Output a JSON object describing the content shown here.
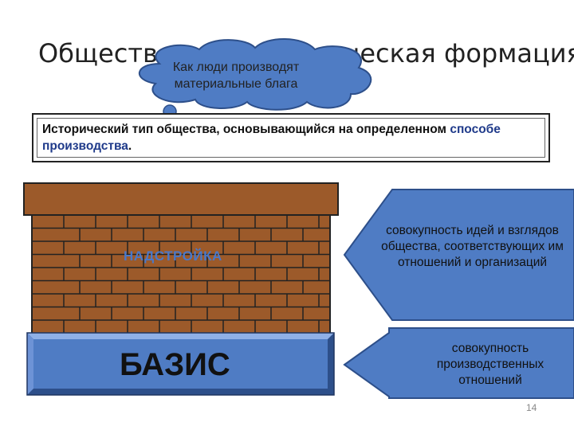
{
  "slide": {
    "title": "Общественно-экономическая формация",
    "cloud_text_line1": "Как люди производят",
    "cloud_text_line2": "материальные блага",
    "definition_part1": "Исторический тип общества, основывающийся на определенном ",
    "definition_highlight": "способе производства",
    "definition_end": ".",
    "superstructure_label": "НАДСТРОЙКА",
    "basis_label": "БАЗИС",
    "arrow_top_text": "совокупность идей и взглядов общества, соответствующих им отношений и организаций",
    "arrow_bottom_text": "совокупность производственных отношений",
    "page_number": "14"
  },
  "colors": {
    "brick": "#9c5a2a",
    "mortar": "#222222",
    "blue_fill": "#4f7cc4",
    "blue_dark": "#2d4f8a",
    "cloud_fill": "#4f7cc4"
  }
}
